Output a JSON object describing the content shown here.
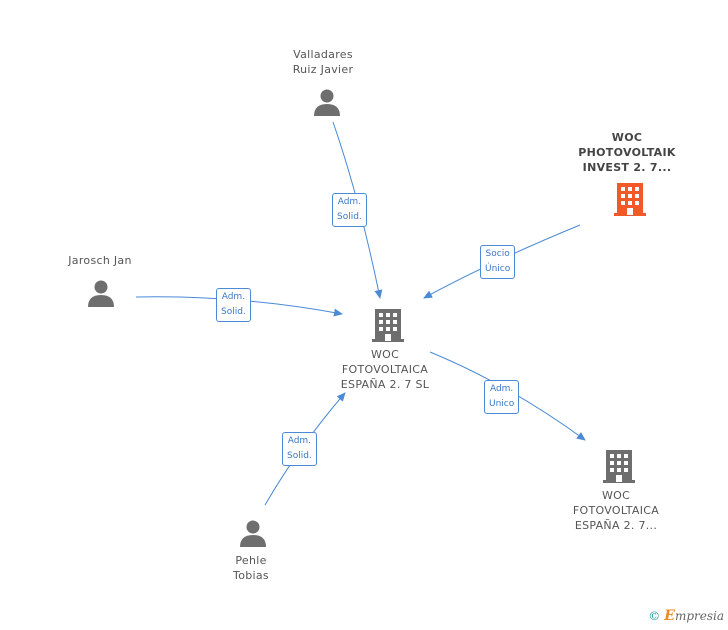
{
  "nodes": {
    "valladares": {
      "line1": "Valladares",
      "line2": "Ruiz Javier"
    },
    "jarosch": {
      "line1": "Jarosch Jan"
    },
    "pehle": {
      "line1": "Pehle",
      "line2": "Tobias"
    },
    "woc_invest": {
      "line1": "WOC",
      "line2": "PHOTOVOLTAIK",
      "line3": "INVEST 2. 7..."
    },
    "woc_center": {
      "line1": "WOC",
      "line2": "FOTOVOLTAICA",
      "line3": "ESPAÑA 2. 7 SL"
    },
    "woc_sub": {
      "line1": "WOC",
      "line2": "FOTOVOLTAICA",
      "line3": "ESPAÑA 2. 7..."
    }
  },
  "edges": {
    "valladares": {
      "line1": "Adm.",
      "line2": "Solid."
    },
    "jarosch": {
      "line1": "Adm.",
      "line2": "Solid."
    },
    "pehle": {
      "line1": "Adm.",
      "line2": "Solid."
    },
    "woc_invest": {
      "line1": "Socio",
      "line2": "Único"
    },
    "woc_sub": {
      "line1": "Adm.",
      "line2": "Unico"
    }
  },
  "colors": {
    "edge": "#4a8ad6",
    "company": "#6e6e6e",
    "highlight": "#f05a28",
    "person": "#6e6e6e"
  },
  "footer": {
    "copyright": "©",
    "brand_initial": "E",
    "brand_rest": "mpresia"
  }
}
